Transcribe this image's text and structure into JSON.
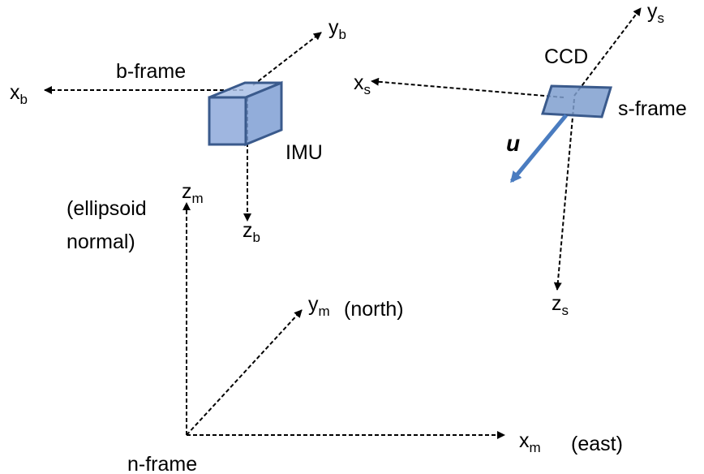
{
  "labels": {
    "b_frame": "b-frame",
    "imu": "IMU",
    "ccd": "CCD",
    "s_frame": "s-frame",
    "u": "u",
    "ellipsoid_line1": "(ellipsoid",
    "ellipsoid_line2": "normal)",
    "north": "(north)",
    "east": "(east)",
    "n_frame": "n-frame"
  },
  "axes": {
    "xb": {
      "base": "x",
      "sub": "b"
    },
    "yb": {
      "base": "y",
      "sub": "b"
    },
    "zb": {
      "base": "z",
      "sub": "b"
    },
    "xs": {
      "base": "x",
      "sub": "s"
    },
    "ys": {
      "base": "y",
      "sub": "s"
    },
    "zs": {
      "base": "z",
      "sub": "s"
    },
    "xm": {
      "base": "x",
      "sub": "m"
    },
    "ym": {
      "base": "y",
      "sub": "m"
    },
    "zm": {
      "base": "z",
      "sub": "m"
    }
  },
  "colors": {
    "axis": "#000000",
    "imu_box": "#8ea9db",
    "ccd_sensor": "#7f9fcf",
    "u_vector": "#4a7cc0"
  }
}
